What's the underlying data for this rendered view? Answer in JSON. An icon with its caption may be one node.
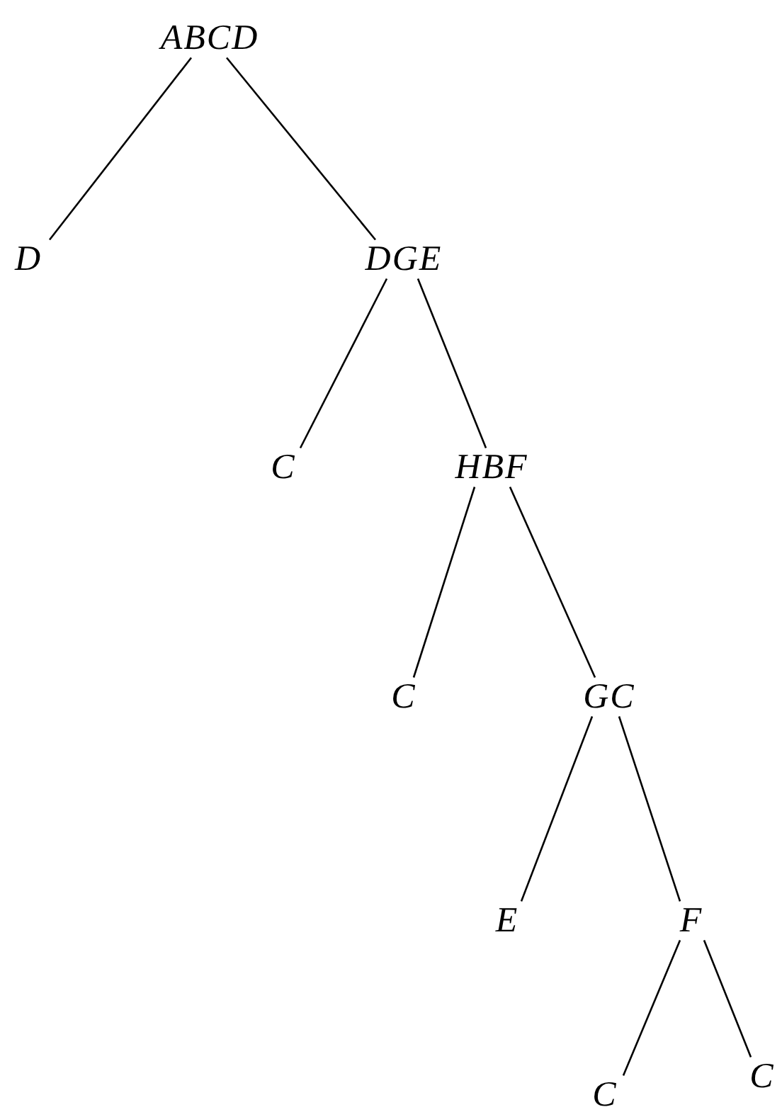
{
  "diagram": {
    "nodes": [
      {
        "text": [
          "ABCD"
        ]
      },
      {
        "text": [
          "D"
        ]
      },
      {
        "text": [
          "DGE"
        ]
      },
      {
        "text": [
          "C"
        ]
      },
      {
        "text": [
          "HBF"
        ]
      },
      {
        "text": [
          "C"
        ]
      },
      {
        "text": [
          "GC"
        ]
      },
      {
        "text": [
          "E"
        ]
      },
      {
        "text": [
          "F"
        ]
      },
      {
        "text": [
          "C"
        ]
      },
      {
        "text": [
          "C"
        ]
      }
    ],
    "edges": [
      {
        "from": 0,
        "to": 1,
        "arrow": "none"
      },
      {
        "from": 0,
        "to": 2,
        "arrow": "none"
      },
      {
        "from": 2,
        "to": 3,
        "arrow": "none"
      },
      {
        "from": 2,
        "to": 4,
        "arrow": "none"
      },
      {
        "from": 4,
        "to": 5,
        "arrow": "none"
      },
      {
        "from": 4,
        "to": 6,
        "arrow": "none"
      },
      {
        "from": 6,
        "to": 7,
        "arrow": "none"
      },
      {
        "from": 6,
        "to": 8,
        "arrow": "none"
      },
      {
        "from": 8,
        "to": 9,
        "arrow": "none"
      },
      {
        "from": 8,
        "to": 10,
        "arrow": "none"
      }
    ]
  }
}
